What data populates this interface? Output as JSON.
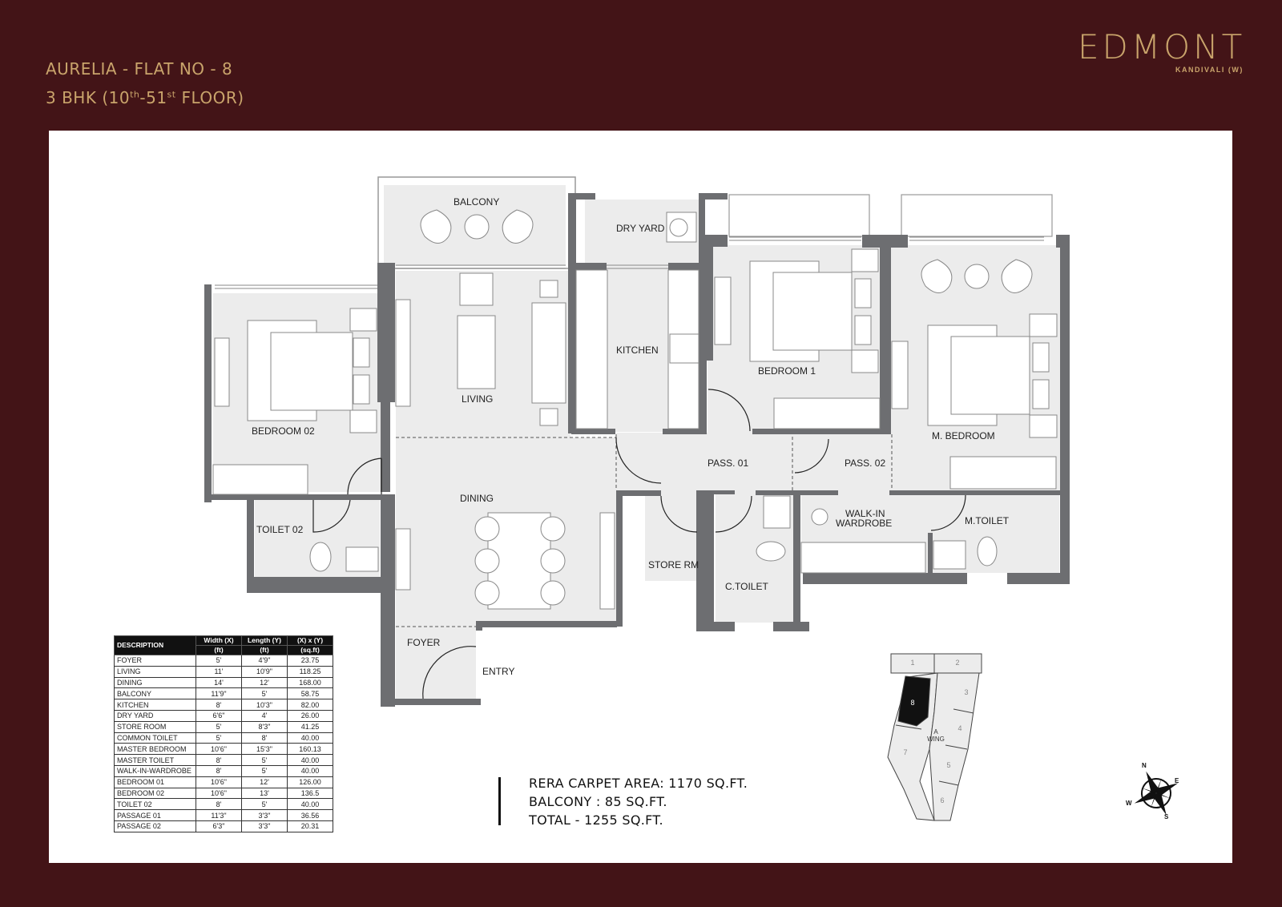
{
  "header": {
    "title_line1": "AURELIA - FLAT NO - 8",
    "title_line2_prefix": "3 BHK (10",
    "title_line2_sup1": "th",
    "title_line2_mid": "-51",
    "title_line2_sup2": "st",
    "title_line2_suffix": " FLOOR)",
    "brand": "EDMONT",
    "brand_location": "KANDIVALI (W)"
  },
  "colors": {
    "background": "#431417",
    "gold": "#c9a46b",
    "wall": "#6d6e71",
    "floor": "#ececec"
  },
  "rooms": {
    "balcony": "BALCONY",
    "dry_yard": "DRY YARD",
    "kitchen": "KITCHEN",
    "bedroom_1": "BEDROOM 1",
    "master_bedroom": "M. BEDROOM",
    "living": "LIVING",
    "bedroom_02": "BEDROOM 02",
    "dining": "DINING",
    "pass_01": "PASS. 01",
    "pass_02": "PASS. 02",
    "toilet_02": "TOILET 02",
    "store_rm": "STORE RM",
    "c_toilet": "C.TOILET",
    "walk_in_1": "WALK-IN",
    "walk_in_2": "WARDROBE",
    "m_toilet": "M.TOILET",
    "foyer": "FOYER",
    "entry": "ENTRY"
  },
  "dimensions_table": {
    "headers": [
      "DESCRIPTION",
      "Width (X)",
      "Length (Y)",
      "(X) x (Y)"
    ],
    "units": [
      "",
      "(ft)",
      "(ft)",
      "(sq.ft)"
    ],
    "rows": [
      [
        "FOYER",
        "5'",
        "4'9\"",
        "23.75"
      ],
      [
        "LIVING",
        "11'",
        "10'9\"",
        "118.25"
      ],
      [
        "DINING",
        "14'",
        "12'",
        "168.00"
      ],
      [
        "BALCONY",
        "11'9\"",
        "5'",
        "58.75"
      ],
      [
        "KITCHEN",
        "8'",
        "10'3\"",
        "82.00"
      ],
      [
        "DRY YARD",
        "6'6\"",
        "4'",
        "26.00"
      ],
      [
        "STORE ROOM",
        "5'",
        "8'3\"",
        "41.25"
      ],
      [
        "COMMON TOILET",
        "5'",
        "8'",
        "40.00"
      ],
      [
        "MASTER BEDROOM",
        "10'6\"",
        "15'3\"",
        "160.13"
      ],
      [
        "MASTER TOILET",
        "8'",
        "5'",
        "40.00"
      ],
      [
        "WALK-IN-WARDROBE",
        "8'",
        "5'",
        "40.00"
      ],
      [
        "BEDROOM 01",
        "10'6\"",
        "12'",
        "126.00"
      ],
      [
        "BEDROOM 02",
        "10'6\"",
        "13'",
        "136.5"
      ],
      [
        "TOILET 02",
        "8'",
        "5'",
        "40.00"
      ],
      [
        "PASSAGE 01",
        "11'3\"",
        "3'3\"",
        "36.56"
      ],
      [
        "PASSAGE 02",
        "6'3\"",
        "3'3\"",
        "20.31"
      ]
    ]
  },
  "area_summary": {
    "carpet": "RERA CARPET AREA: 1170 SQ.FT.",
    "balcony": "BALCONY : 85 SQ.FT.",
    "total": "TOTAL - 1255 SQ.FT."
  },
  "key_plan": {
    "wing_label_1": "A",
    "wing_label_2": "WING",
    "flats": [
      "1",
      "2",
      "3",
      "4",
      "5",
      "6",
      "7",
      "8"
    ],
    "highlighted_flat": "8"
  },
  "compass": {
    "n": "N",
    "s": "S",
    "e": "E",
    "w": "W"
  }
}
